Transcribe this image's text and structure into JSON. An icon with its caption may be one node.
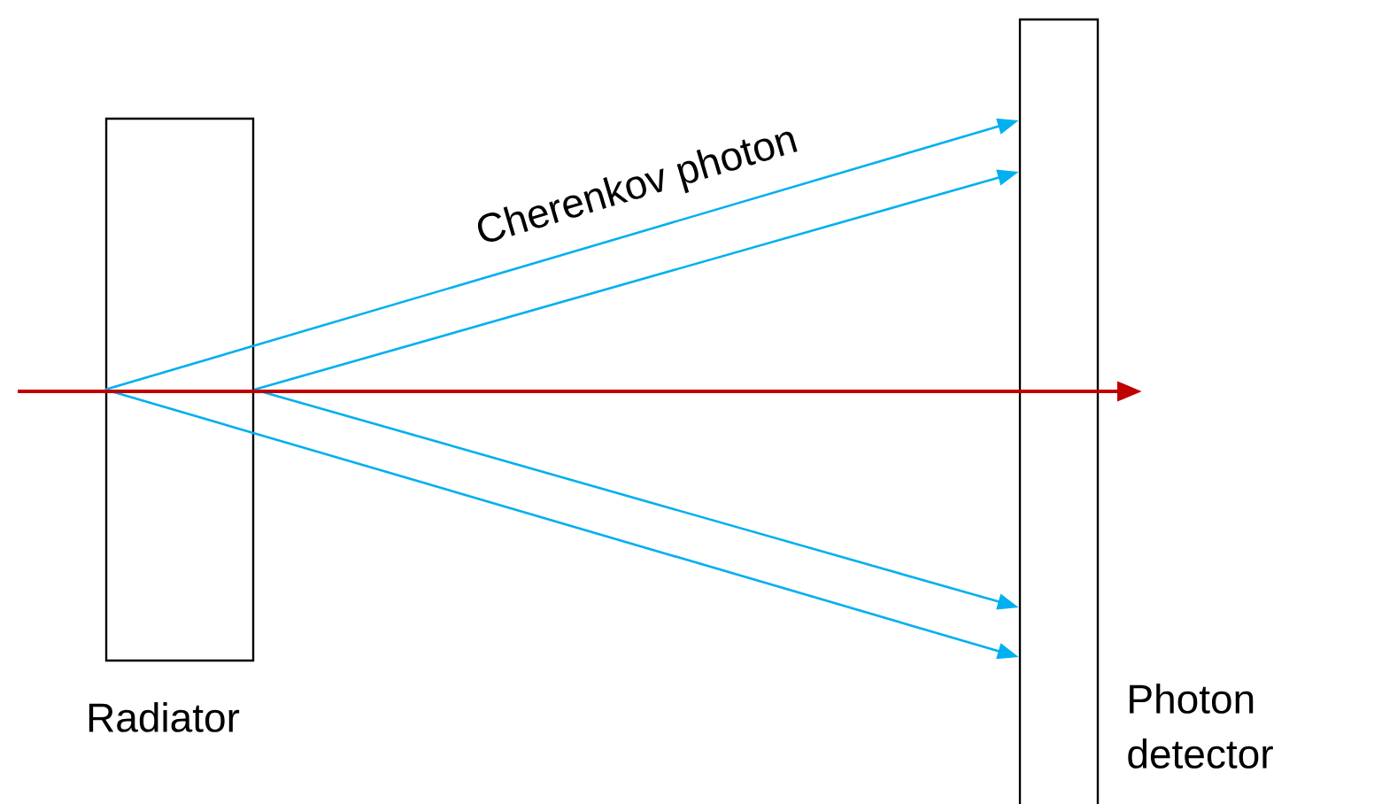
{
  "diagram": {
    "nodes": [
      {
        "text": [
          "Radiator"
        ]
      },
      {
        "text": [
          "Photon detector"
        ]
      }
    ],
    "edges": [
      {
        "from": 0,
        "to": 1,
        "arrow": "to"
      },
      {
        "from": 0,
        "to": 1,
        "arrow": "to"
      },
      {
        "from": 0,
        "to": 1,
        "arrow": "to"
      },
      {
        "from": 0,
        "to": 1,
        "arrow": "to"
      }
    ],
    "labels": [
      "Cherenkov photon"
    ]
  }
}
